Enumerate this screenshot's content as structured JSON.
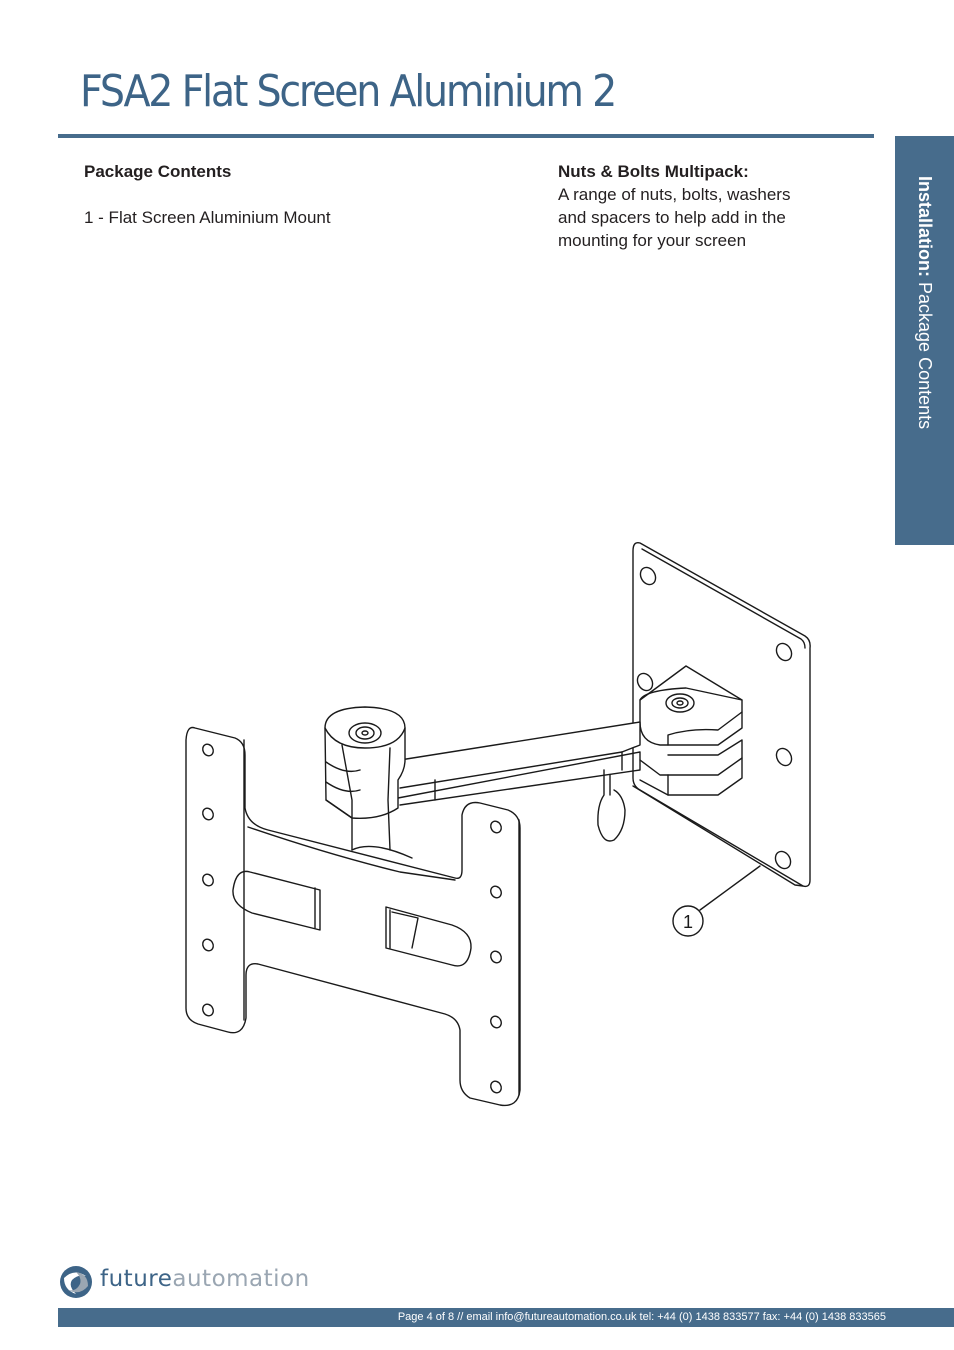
{
  "header": {
    "title": "FSA2 Flat Screen Aluminium 2"
  },
  "side_tab": {
    "label_bold": "Installation:",
    "label_rest": " Package Contents"
  },
  "left_column": {
    "heading": "Package Contents",
    "item": "1 - Flat Screen Aluminium Mount"
  },
  "right_column": {
    "heading": "Nuts & Bolts Multipack:",
    "lines": [
      "A range of nuts, bolts, washers",
      "and spacers to help add in the",
      "mounting for your screen"
    ]
  },
  "diagram": {
    "callout_number": "1"
  },
  "logo": {
    "part1": "future",
    "part2": "automation"
  },
  "footer": {
    "text": "Page 4 of 8 // email info@futureautomation.co.uk  tel: +44 (0) 1438 833577  fax: +44 (0) 1438 833565"
  },
  "colors": {
    "accent": "#476c8c",
    "title": "#3d6487"
  }
}
